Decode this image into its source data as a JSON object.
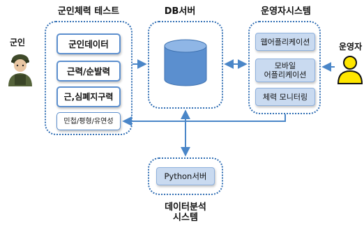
{
  "soldier": {
    "label": "군인"
  },
  "operator": {
    "label": "운영자"
  },
  "fitness_test": {
    "title": "군인체력 테스트",
    "items": [
      "군인데이터",
      "근력/순발력",
      "근,심폐지구력",
      "민첩/평형/유연성"
    ]
  },
  "db_server": {
    "title": "DB서버"
  },
  "operator_system": {
    "title": "운영자시스템",
    "items": [
      "웹어플리케이션",
      "모바일\n어플리케이션",
      "체력 모니터링"
    ]
  },
  "analysis_system": {
    "title": "데이터분석\n시스템",
    "server_label": "Python서버"
  },
  "colors": {
    "group_border": "#2f6db3",
    "arrow": "#4a86c8",
    "box_fill": "#c9daf0",
    "operator_icon_fill": "#ffe600"
  }
}
